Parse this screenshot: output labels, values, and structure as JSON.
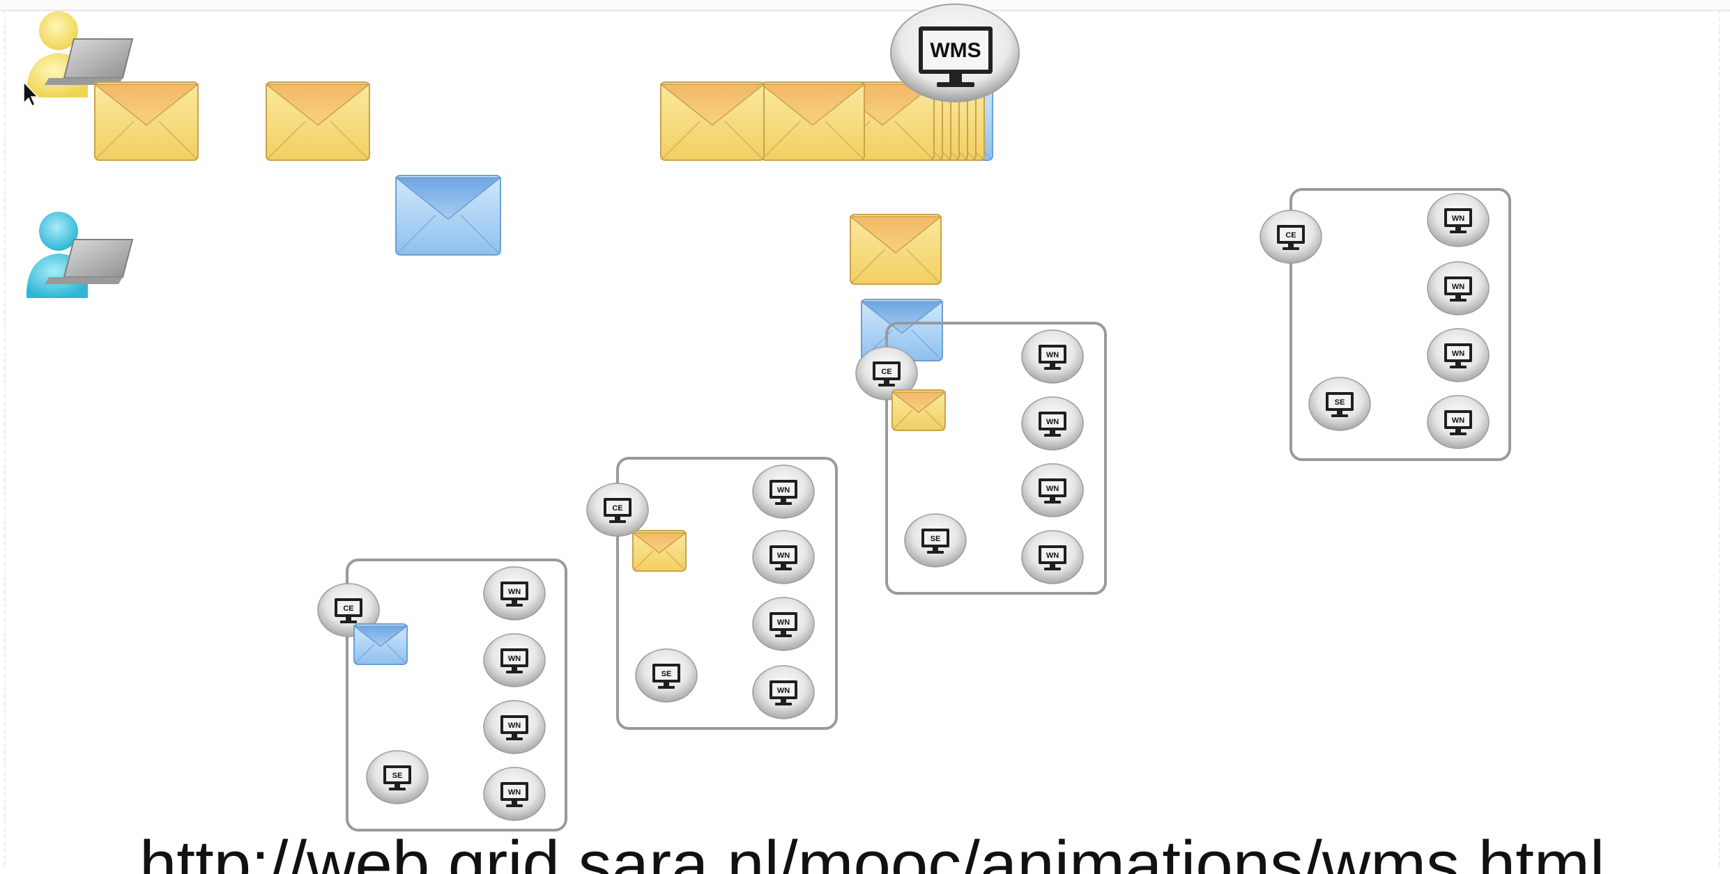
{
  "wms": {
    "label": "WMS"
  },
  "site_nodes": {
    "ce": "CE",
    "se": "SE",
    "wn": "WN"
  },
  "footer": {
    "url": "http://web.grid.sara.nl/mooc/animations/wms.html"
  },
  "colors": {
    "user_job": "#f5d878",
    "other_job": "#9cc8f0",
    "user_person": "#f4e27a",
    "other_person": "#5cc6e0",
    "site_border": "#9a9a9a"
  }
}
